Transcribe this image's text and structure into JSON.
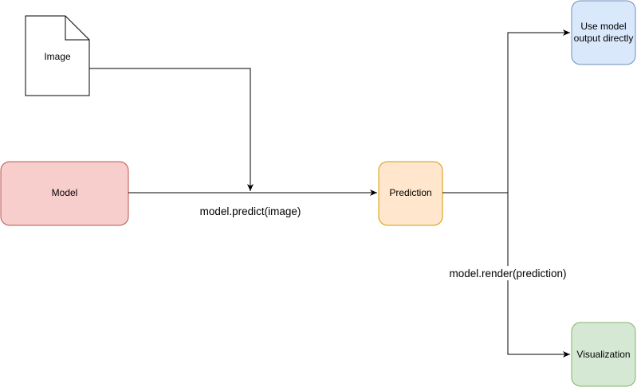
{
  "nodes": {
    "image": {
      "label": "Image",
      "shape": "document",
      "fill": "#ffffff",
      "stroke": "#000000"
    },
    "model": {
      "label": "Model",
      "shape": "rounded-rect",
      "fill": "#f8cecc",
      "stroke": "#b85450"
    },
    "prediction": {
      "label": "Prediction",
      "shape": "rounded-rect",
      "fill": "#ffe6cc",
      "stroke": "#d79b00"
    },
    "use_output": {
      "label_lines": [
        "Use model",
        "output directly"
      ],
      "shape": "rounded-rect",
      "fill": "#dae8fc",
      "stroke": "#6c8ebf"
    },
    "visualization": {
      "label": "Visualization",
      "shape": "rounded-rect",
      "fill": "#d5e8d4",
      "stroke": "#82b366"
    }
  },
  "edges": {
    "predict": {
      "label": "model.predict(image)",
      "from": [
        "model",
        "image"
      ],
      "to": "prediction"
    },
    "render": {
      "label": "model.render(prediction)",
      "from": "prediction",
      "to": [
        "use_output",
        "visualization"
      ]
    }
  }
}
